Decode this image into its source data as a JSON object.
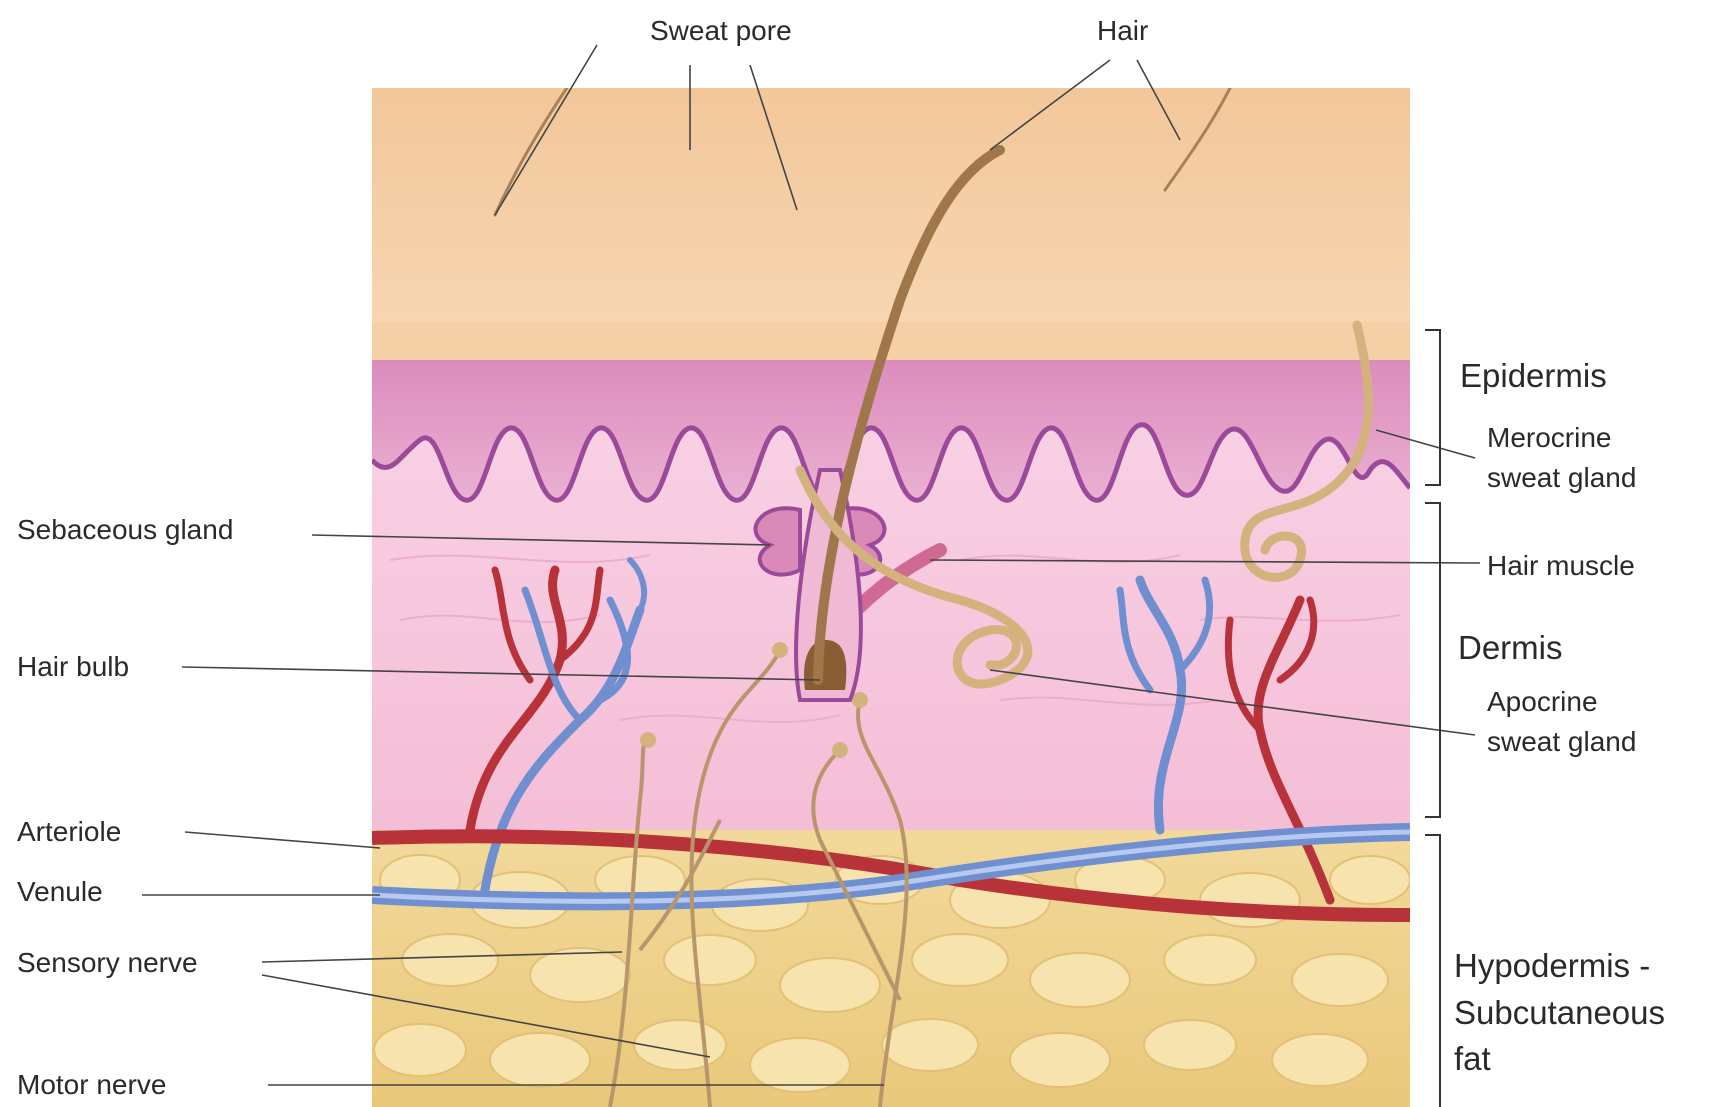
{
  "labels": {
    "sweat_pore": "Sweat pore",
    "hair": "Hair",
    "epidermis": "Epidermis",
    "merocrine_1": "Merocrine",
    "merocrine_2": "sweat gland",
    "sebaceous_gland": "Sebaceous gland",
    "hair_muscle": "Hair muscle",
    "dermis": "Dermis",
    "hair_bulb": "Hair bulb",
    "apocrine_1": "Apocrine",
    "apocrine_2": "sweat gland",
    "arteriole": "Arteriole",
    "venule": "Venule",
    "sensory_nerve": "Sensory nerve",
    "hypodermis_1": "Hypodermis -",
    "hypodermis_2": "Subcutaneous",
    "hypodermis_3": "fat",
    "motor_nerve": "Motor nerve"
  },
  "colors": {
    "surface": "#f3cba0",
    "epidermis": "#e6a2c9",
    "dermis": "#f7c9de",
    "fat": "#efd38e",
    "artery": "#b8323a",
    "vein": "#6f8fd0",
    "hair": "#a0774a",
    "nerve": "#b8956a"
  },
  "icons": [
    "leader-line",
    "layer-bracket"
  ]
}
